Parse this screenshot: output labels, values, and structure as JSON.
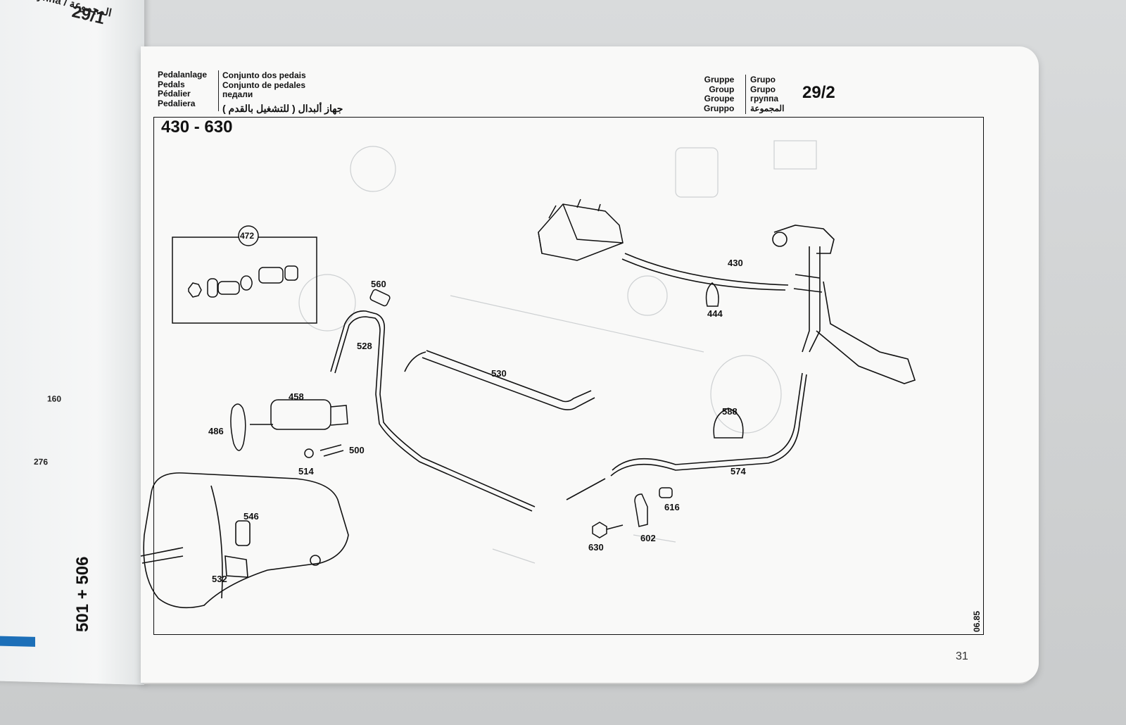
{
  "left_page": {
    "group_label": "Группа / المجموعة",
    "group_number": "29/1",
    "callouts": [
      "160",
      "276"
    ]
  },
  "header": {
    "left_labels": [
      "Pedalanlage",
      "Pedals",
      "Pédalier",
      "Pedaliera"
    ],
    "left_translations": [
      "Conjunto dos pedais",
      "Conjunto de pedales",
      "педали"
    ],
    "arabic_title": "جهاز ألبدال ( للتشغيل بالقدم )",
    "right_labels": [
      "Gruppe",
      "Group",
      "Groupe",
      "Gruppo"
    ],
    "right_translations": [
      "Grupo",
      "Grupo",
      "группа",
      "المجموعة"
    ],
    "group_number": "29/2"
  },
  "diagram": {
    "range_title": "430 - 630",
    "model_label": "501 + 506",
    "date_code": "06.85",
    "inset_callout": "472",
    "callouts": [
      "560",
      "528",
      "530",
      "458",
      "486",
      "500",
      "514",
      "546",
      "532",
      "430",
      "444",
      "588",
      "574",
      "616",
      "602",
      "630"
    ]
  },
  "page_number": "31",
  "colors": {
    "paper": "#f9f9f8",
    "ink": "#111111",
    "ghost_print": "#c9ccce",
    "binding_blue": "#1c6fb8"
  }
}
